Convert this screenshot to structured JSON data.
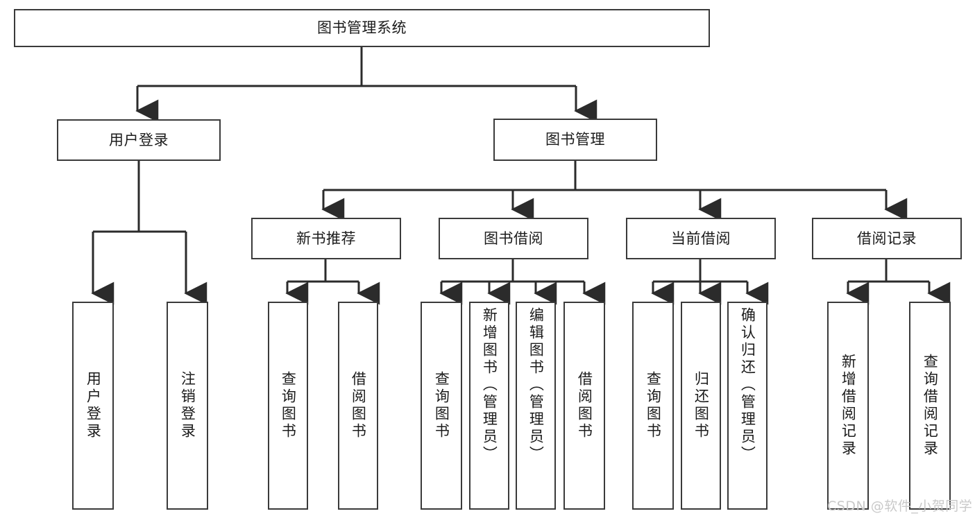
{
  "diagram": {
    "title": "图书管理系统",
    "type": "tree-hierarchy",
    "root": {
      "label": "图书管理系统"
    },
    "level1": [
      {
        "label": "用户登录"
      },
      {
        "label": "图书管理"
      }
    ],
    "level2": [
      {
        "label": "新书推荐"
      },
      {
        "label": "图书借阅"
      },
      {
        "label": "当前借阅"
      },
      {
        "label": "借阅记录"
      }
    ],
    "leaves": {
      "user_login": [
        {
          "label": "用户登录"
        },
        {
          "label": "注销登录"
        }
      ],
      "new_book_recommend": [
        {
          "label": "查询图书"
        },
        {
          "label": "借阅图书"
        }
      ],
      "book_borrow": [
        {
          "label": "查询图书"
        },
        {
          "label": "新增图书（管理员）"
        },
        {
          "label": "编辑图书（管理员）"
        },
        {
          "label": "借阅图书"
        }
      ],
      "current_borrow": [
        {
          "label": "查询图书"
        },
        {
          "label": "归还图书"
        },
        {
          "label": "确认归还（管理员）"
        }
      ],
      "borrow_record": [
        {
          "label": "新增借阅记录"
        },
        {
          "label": "查询借阅记录"
        }
      ]
    }
  },
  "watermark": {
    "text": "CSDN @软件_小贺同学"
  },
  "colors": {
    "stroke": "#3a3a3a",
    "text": "#1b1b1b",
    "background": "#ffffff",
    "watermark": "#c9c9c9"
  }
}
